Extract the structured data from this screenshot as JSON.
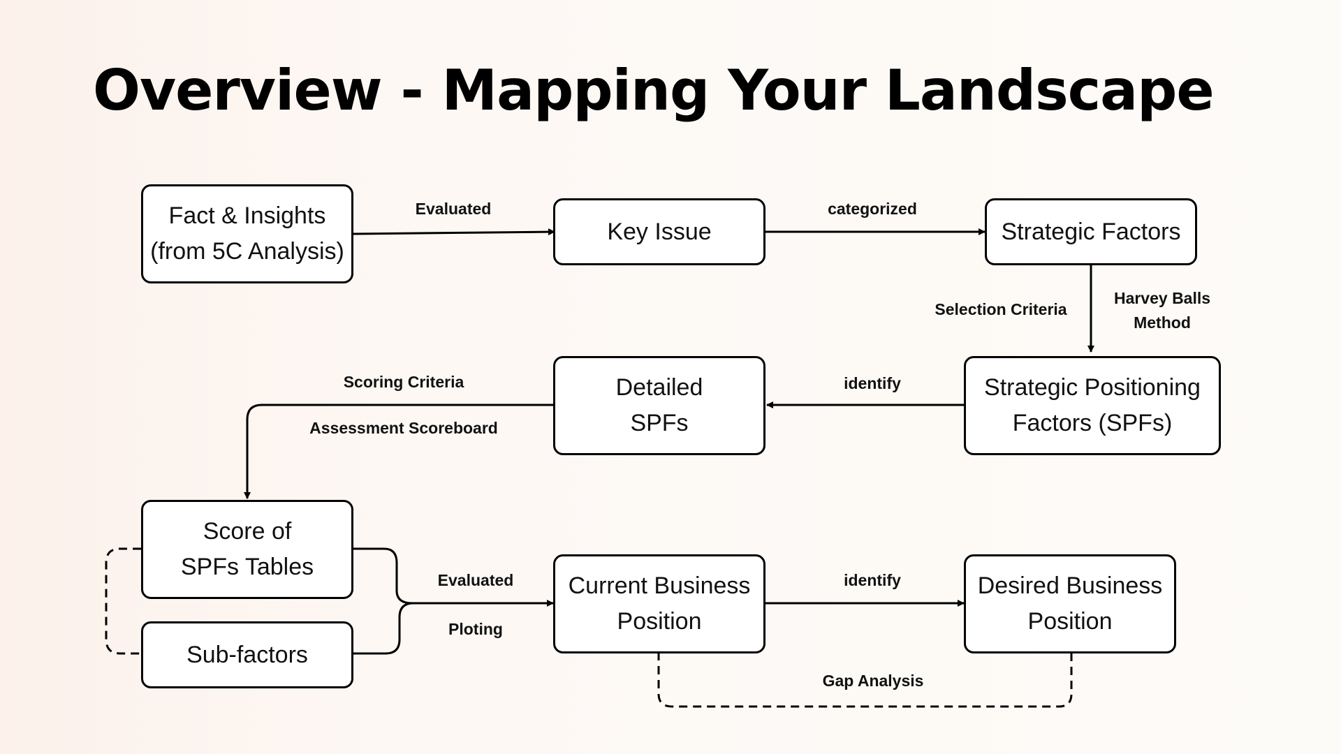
{
  "title": "Overview - Mapping Your Landscape",
  "nodes": {
    "fact_insights": "Fact & Insights\n(from 5C Analysis)",
    "key_issue": "Key Issue",
    "strategic_factors": "Strategic Factors",
    "spf": "Strategic Positioning\nFactors (SPFs)",
    "detailed_spfs": "Detailed\nSPFs",
    "score_tables": "Score of\nSPFs Tables",
    "sub_factors": "Sub-factors",
    "current_position": "Current Business\nPosition",
    "desired_position": "Desired Business\nPosition"
  },
  "edge_labels": {
    "evaluated_1": "Evaluated",
    "categorized": "categorized",
    "selection_criteria": "Selection Criteria",
    "harvey_balls": "Harvey Balls\nMethod",
    "identify_1": "identify",
    "scoring_criteria": "Scoring Criteria",
    "assessment_scoreboard": "Assessment Scoreboard",
    "evaluated_2": "Evaluated",
    "ploting": "Ploting",
    "identify_2": "identify",
    "gap_analysis": "Gap Analysis"
  }
}
